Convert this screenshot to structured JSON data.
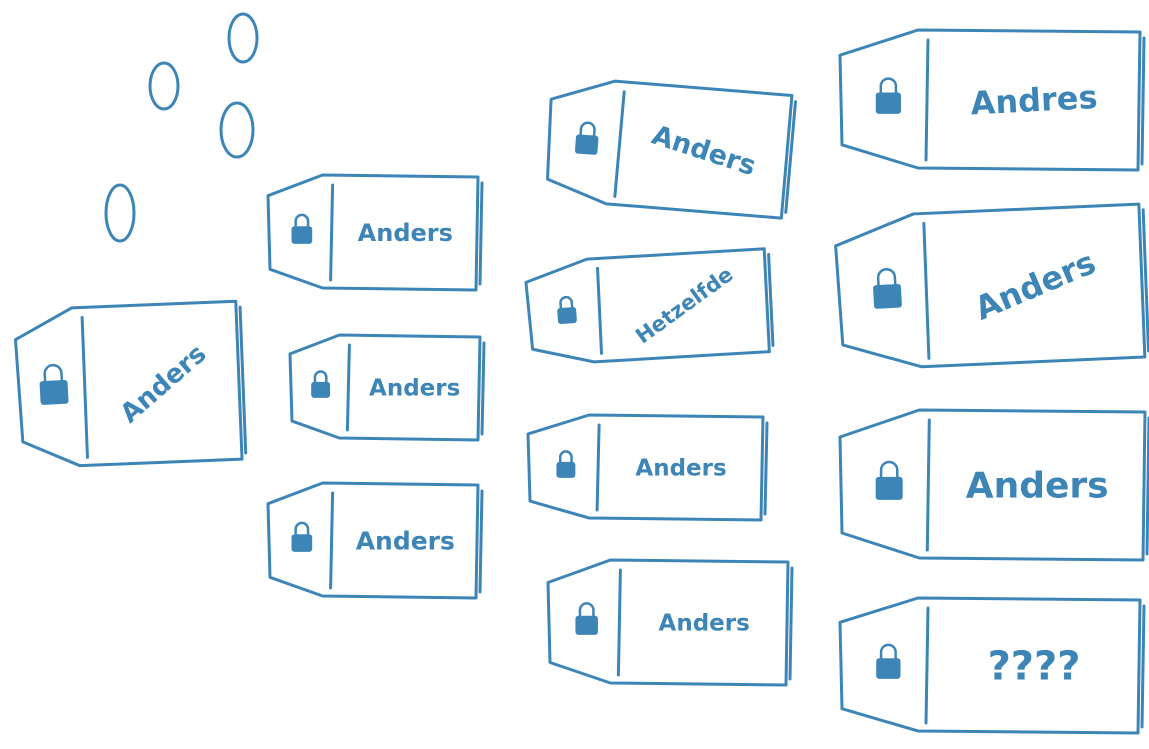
{
  "theme": {
    "ink": "#3d85b7",
    "background": "#ffffff"
  },
  "tags": [
    {
      "label": "Anders",
      "icon": "lock-icon"
    },
    {
      "label": "Anders",
      "icon": "lock-icon"
    },
    {
      "label": "Anders",
      "icon": "lock-icon"
    },
    {
      "label": "Anders",
      "icon": "lock-icon"
    },
    {
      "label": "Anders",
      "icon": "lock-icon"
    },
    {
      "label": "Hetzelfde",
      "icon": "lock-icon"
    },
    {
      "label": "Anders",
      "icon": "lock-icon"
    },
    {
      "label": "Anders",
      "icon": "lock-icon"
    },
    {
      "label": "Andres",
      "icon": "lock-icon"
    },
    {
      "label": "Anders",
      "icon": "lock-icon"
    },
    {
      "label": "Anders",
      "icon": "lock-icon"
    },
    {
      "label": "????",
      "icon": "lock-icon"
    }
  ]
}
